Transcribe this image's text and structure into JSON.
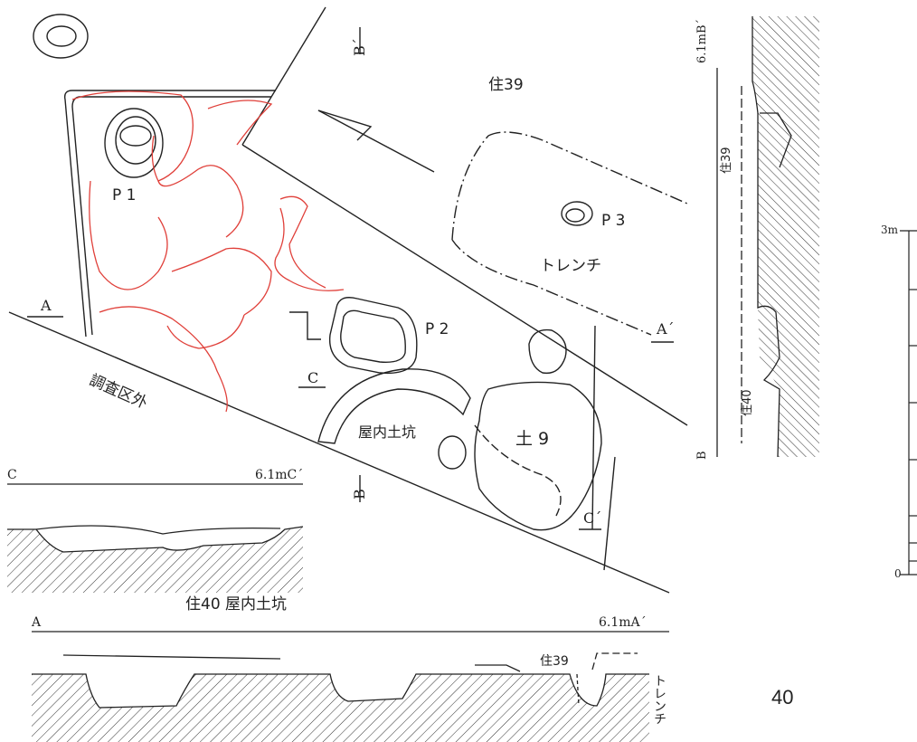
{
  "labels": {
    "house39": "住39",
    "p1": "P 1",
    "p2": "P 2",
    "p3": "P 3",
    "trench": "トレンチ",
    "outside_area": "調査区外",
    "indoor_pit": "屋内土坑",
    "pit9": "土 9",
    "a": "A",
    "a_prime": "A´",
    "b_top": "B´",
    "b_bottom": "B",
    "c": "C",
    "c_prime": "C´"
  },
  "section_c": {
    "start": "C",
    "end": "6.1mC´",
    "caption": "住40 屋内土坑"
  },
  "section_a": {
    "start": "A",
    "end": "6.1mA´",
    "house39": "住39",
    "trench_vertical": "トレンチ"
  },
  "section_b": {
    "top": "6.1mB´",
    "bottom": "B",
    "house39": "住39",
    "house40": "住40"
  },
  "scale": {
    "top": "3m",
    "bottom": "0"
  },
  "page_number": "40",
  "colors": {
    "ink": "#222222",
    "red_line": "#e0403a",
    "hatch": "#333333"
  }
}
